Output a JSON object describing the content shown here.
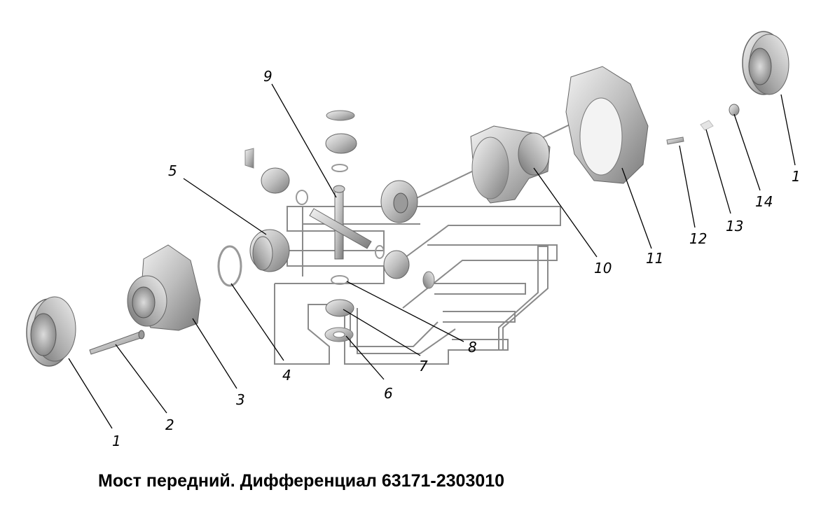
{
  "caption": "Мост передний. Дифференциал 63171-2303010",
  "callouts": {
    "c1a": "1",
    "c1b": "1",
    "c2": "2",
    "c3": "3",
    "c4": "4",
    "c5": "5",
    "c6": "6",
    "c7": "7",
    "c8": "8",
    "c9": "9",
    "c10": "10",
    "c11": "11",
    "c12": "12",
    "c13": "13",
    "c14": "14"
  }
}
